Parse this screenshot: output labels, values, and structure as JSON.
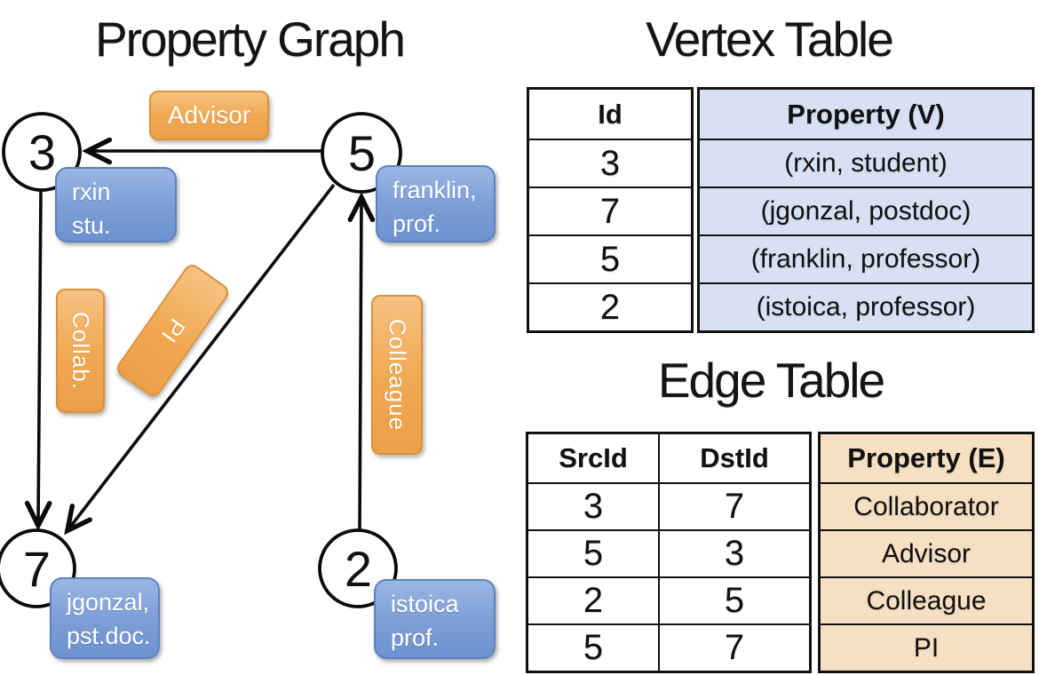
{
  "graph": {
    "title": "Property Graph",
    "nodes": [
      {
        "id": "3",
        "line1": "rxin",
        "line2": "stu."
      },
      {
        "id": "5",
        "line1": "franklin,",
        "line2": "prof."
      },
      {
        "id": "7",
        "line1": "jgonzal,",
        "line2": "pst.doc."
      },
      {
        "id": "2",
        "line1": "istoica",
        "line2": "prof."
      }
    ],
    "edge_labels": {
      "advisor": "Advisor",
      "collab": "Collab.",
      "pi": "PI",
      "colleague": "Colleague"
    }
  },
  "vertex_table": {
    "title": "Vertex Table",
    "columns": {
      "id": "Id",
      "property": "Property (V)"
    },
    "rows": [
      {
        "id": "3",
        "property": "(rxin, student)"
      },
      {
        "id": "7",
        "property": "(jgonzal, postdoc)"
      },
      {
        "id": "5",
        "property": "(franklin, professor)"
      },
      {
        "id": "2",
        "property": "(istoica, professor)"
      }
    ]
  },
  "edge_table": {
    "title": "Edge Table",
    "columns": {
      "src": "SrcId",
      "dst": "DstId",
      "property": "Property (E)"
    },
    "rows": [
      {
        "src": "3",
        "dst": "7",
        "property": "Collaborator"
      },
      {
        "src": "5",
        "dst": "3",
        "property": "Advisor"
      },
      {
        "src": "2",
        "dst": "5",
        "property": "Colleague"
      },
      {
        "src": "5",
        "dst": "7",
        "property": "PI"
      }
    ]
  },
  "colors": {
    "edge_label_fill": "#F0A850",
    "vertex_box_fill": "#7E9FD6",
    "vertex_table_property_bg": "#D8E1F3",
    "edge_table_property_bg": "#F6DFC3",
    "line_color": "#0A0A0A"
  }
}
